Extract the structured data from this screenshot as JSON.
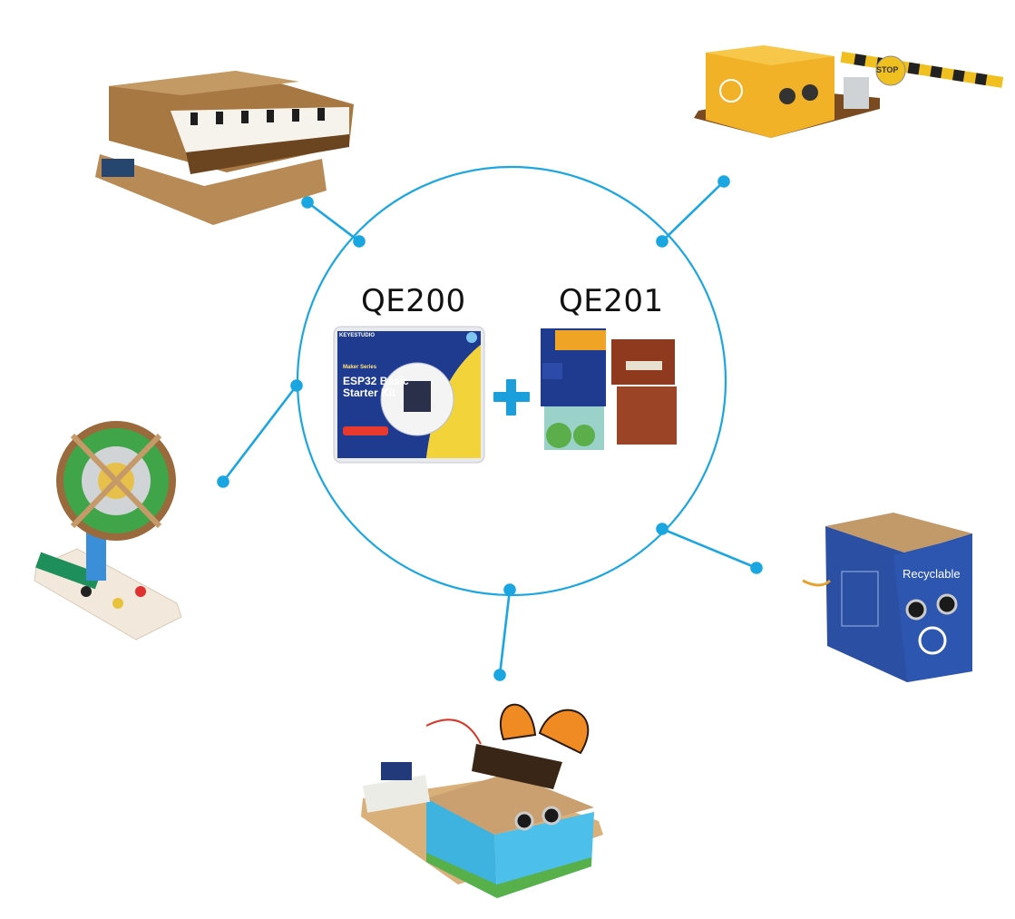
{
  "diagram": {
    "kits": [
      {
        "label": "QE200"
      },
      {
        "label": "QE201"
      }
    ],
    "combine_symbol": "+",
    "colors": {
      "circle": "#1aa6e0",
      "connector": "#1aa6e0",
      "plus": "#1a9fdc"
    }
  },
  "qe200_box": {
    "brand": "KEYESTUDIO",
    "series": "Maker Series",
    "title": "ESP32 Basic Starter Kit"
  },
  "projects": [
    {
      "icon": "piano-project-icon"
    },
    {
      "icon": "parking-barrier-project-icon"
    },
    {
      "icon": "ferris-wheel-project-icon"
    },
    {
      "icon": "recycle-bin-project-icon",
      "text": "Recyclable"
    },
    {
      "icon": "butterfly-project-icon"
    }
  ],
  "barrier_sign": "STOP"
}
